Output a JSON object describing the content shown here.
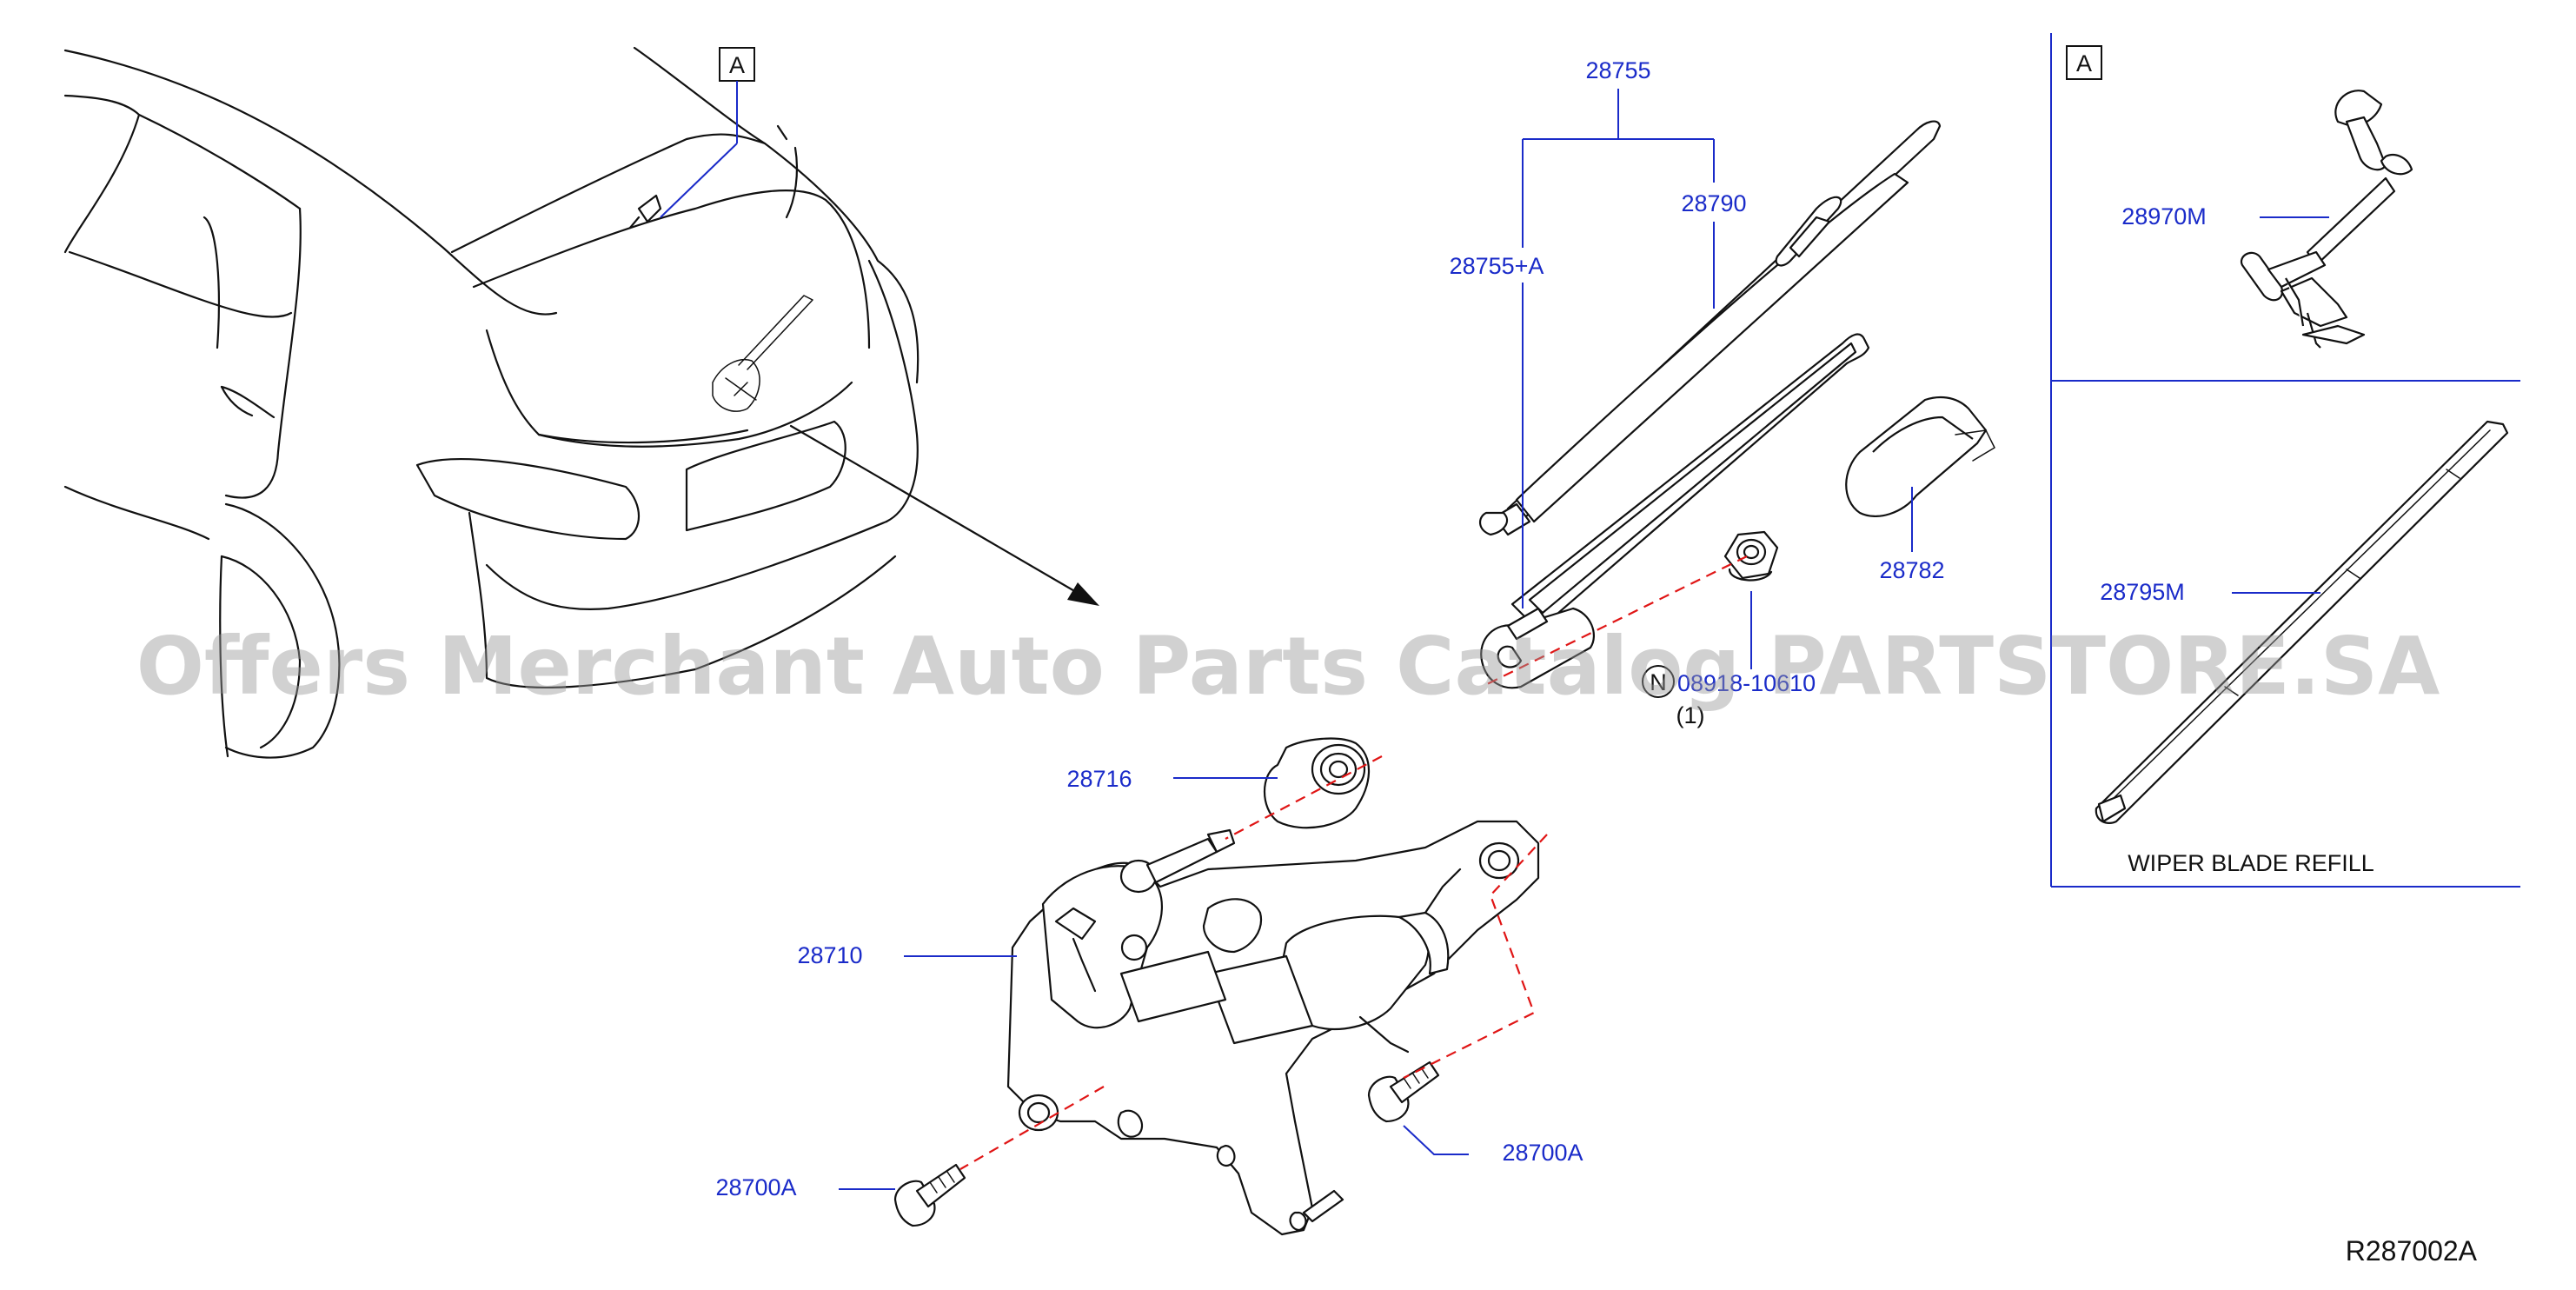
{
  "callouts": {
    "view_a_marker": "A",
    "view_a_panel_marker": "A"
  },
  "labels": {
    "p28755": "28755",
    "p28790": "28790",
    "p28755a": "28755+A",
    "p28782": "28782",
    "p08918": "08918-10610",
    "p08918_prefix": "N",
    "p08918_qty": "(1)",
    "p28716": "28716",
    "p28710": "28710",
    "p28700a_left": "28700A",
    "p28700a_right": "28700A",
    "p28970m": "28970M",
    "p28795m": "28795M"
  },
  "panel": {
    "refill_caption": "WIPER   BLADE   REFILL"
  },
  "reference_code": "R287002A",
  "watermark": "Offers Merchant Auto Parts Catalog PARTSTORE.SA"
}
